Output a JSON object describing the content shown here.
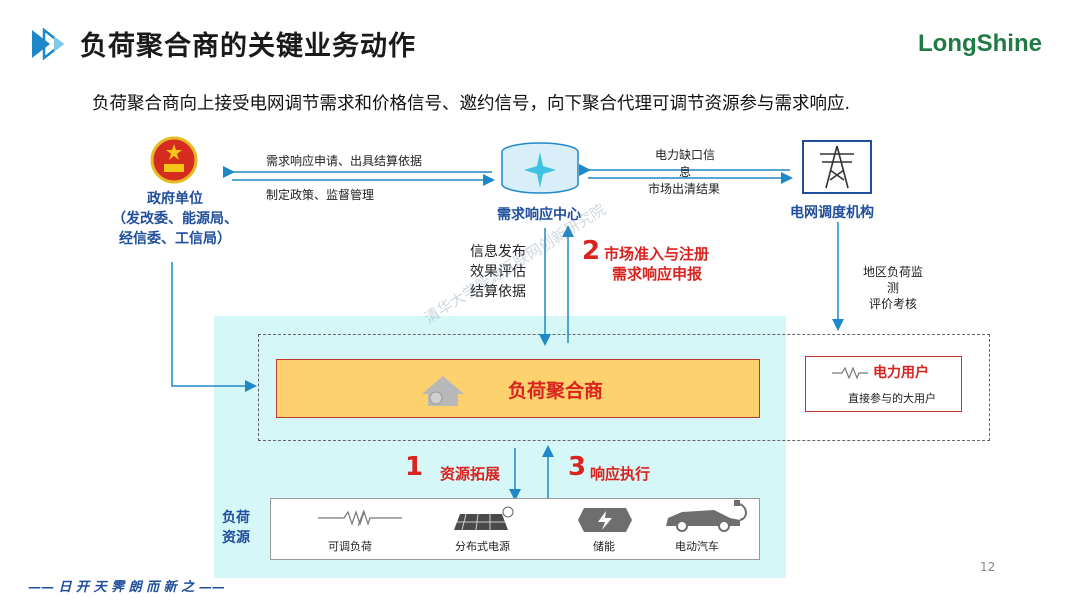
{
  "header": {
    "title": "负荷聚合商的关键业务动作",
    "logo": "LongShine",
    "subtitle": "负荷聚合商向上接受电网调节需求和价格信号、邀约信号，向下聚合代理可调节资源参与需求响应."
  },
  "government": {
    "name": "政府单位",
    "detail1": "（发改委、能源局、",
    "detail2": "经信委、工信局）"
  },
  "arrows_gov": {
    "top": "需求响应申请、出具结算依据",
    "bottom": "制定政策、监督管理"
  },
  "center_hub": {
    "name": "需求响应中心"
  },
  "grid": {
    "name": "电网调度机构"
  },
  "arrows_grid": {
    "top_line1": "电力缺口信",
    "top_line2": "息",
    "bottom": "市场出清结果"
  },
  "hub_down": {
    "line1": "信息发布",
    "line2": "效果评估",
    "line3": "结算依据"
  },
  "step2": {
    "num": "2",
    "line1": "市场准入与注册",
    "line2": "需求响应申报"
  },
  "grid_down": {
    "line1": "地区负荷监",
    "line2": "测",
    "line3": "评价考核"
  },
  "aggregator": {
    "name": "负荷聚合商"
  },
  "power_user": {
    "name": "电力用户",
    "detail": "直接参与的大用户"
  },
  "step1": {
    "num": "1",
    "label": "资源拓展"
  },
  "step3": {
    "num": "3",
    "label": "响应执行"
  },
  "resources": {
    "title_line1": "负荷",
    "title_line2": "资源",
    "items": [
      "可调负荷",
      "分布式电源",
      "储能",
      "电动汽车"
    ]
  },
  "watermark": "清华大学能源互联网创新研究院",
  "page_number": "12",
  "footer": "—— 日 开 天 霁   朗 而 新 之 ——",
  "colors": {
    "accent_blue": "#1f4e9c",
    "accent_red": "#d9231f",
    "aggregator_fill": "#fdd26e",
    "light_cyan": "#d6f7f7"
  }
}
